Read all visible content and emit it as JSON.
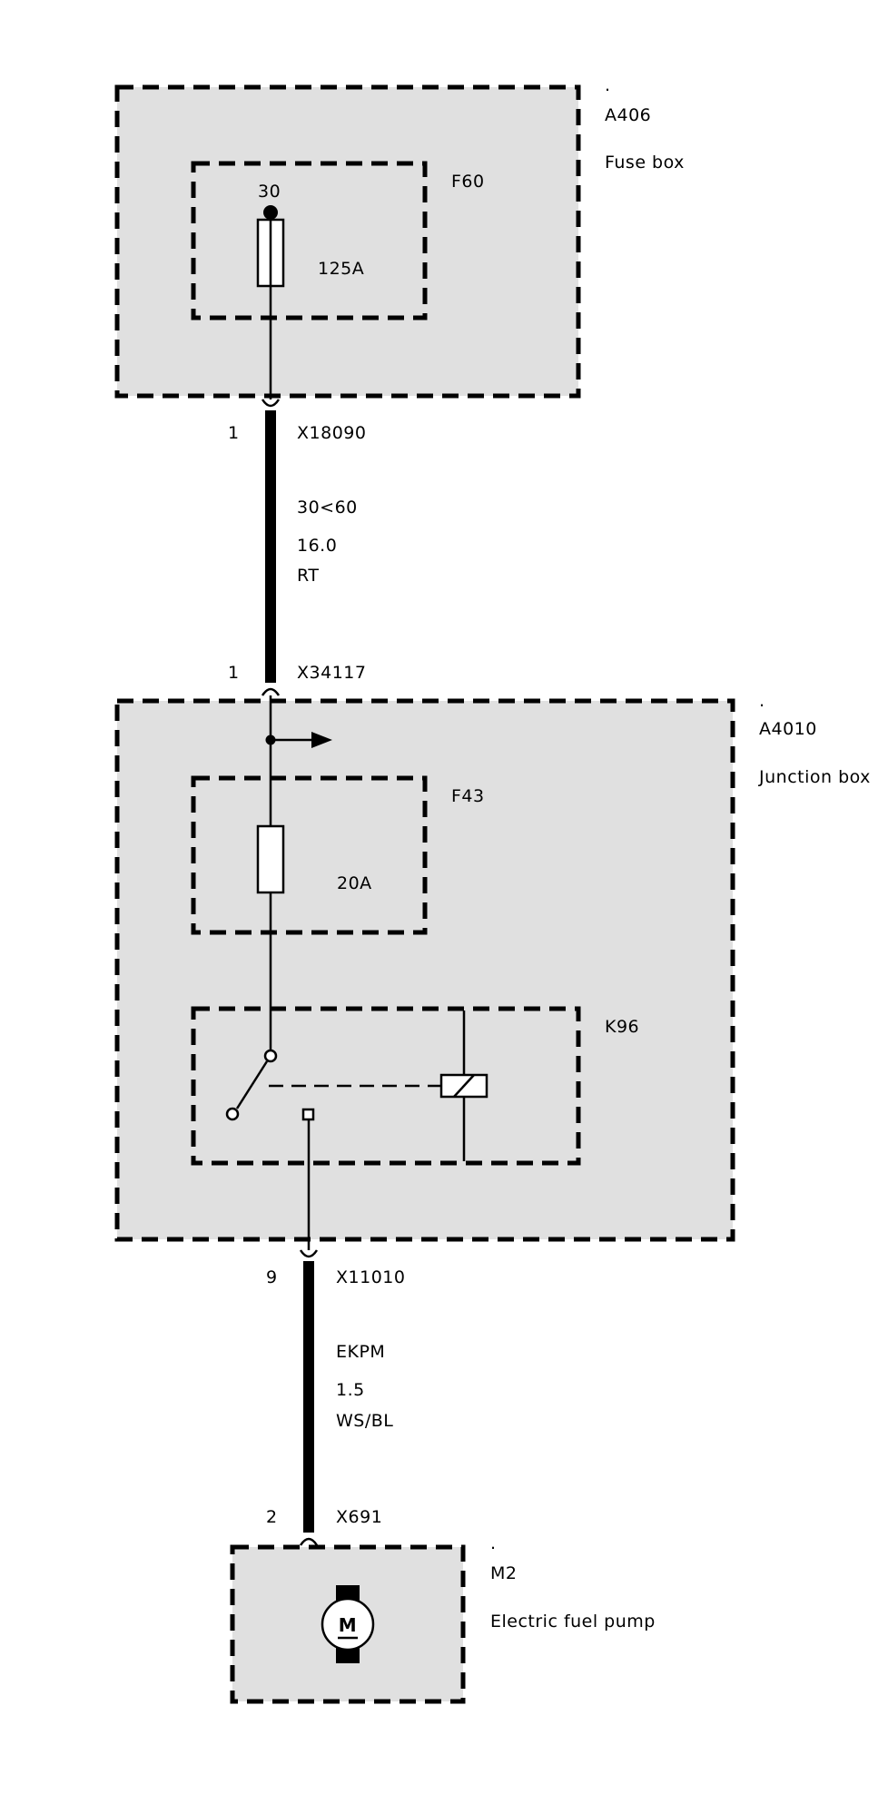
{
  "modules": {
    "fuse_box": {
      "marker": ".",
      "id": "A406",
      "name": "Fuse box"
    },
    "junction_box": {
      "marker": ".",
      "id": "A4010",
      "name": "Junction box"
    },
    "fuel_pump": {
      "marker": ".",
      "id": "M2",
      "name": "Electric fuel pump",
      "symbol": "M"
    }
  },
  "fuses": {
    "f60": {
      "id": "F60",
      "terminal": "30",
      "rating": "125A"
    },
    "f43": {
      "id": "F43",
      "rating": "20A"
    }
  },
  "relay": {
    "id": "K96"
  },
  "connectors": {
    "x18090": {
      "pin": "1",
      "id": "X18090"
    },
    "x34117": {
      "pin": "1",
      "id": "X34117"
    },
    "x11010": {
      "pin": "9",
      "id": "X11010"
    },
    "x691": {
      "pin": "2",
      "id": "X691"
    }
  },
  "wires": {
    "upper": {
      "signal": "30<60",
      "cross_section": "16.0",
      "color_code": "RT"
    },
    "lower": {
      "signal": "EKPM",
      "cross_section": "1.5",
      "color_code": "WS/BL"
    }
  },
  "colors": {
    "box_fill": "#e0e0e0",
    "line": "#000000",
    "background": "#ffffff"
  }
}
